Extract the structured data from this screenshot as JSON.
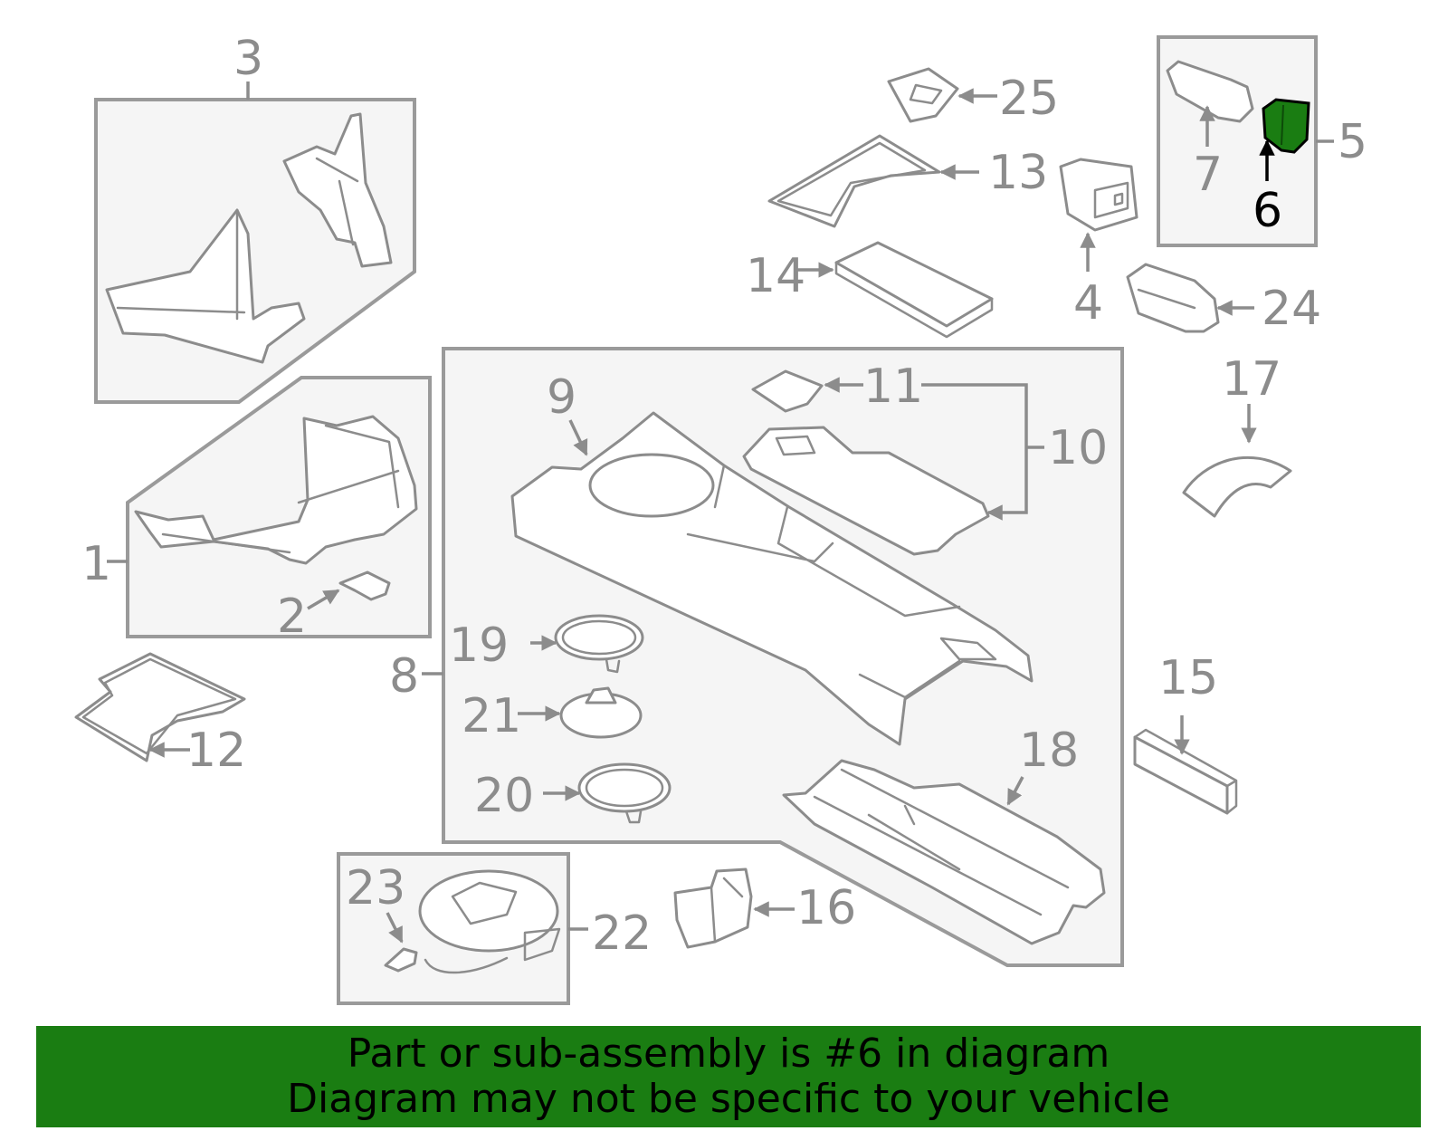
{
  "diagram": {
    "highlight_color": "#1a7d12",
    "callouts": {
      "c1": "1",
      "c2": "2",
      "c3": "3",
      "c4": "4",
      "c5": "5",
      "c6": "6",
      "c7": "7",
      "c8": "8",
      "c9": "9",
      "c10": "10",
      "c11": "11",
      "c12": "12",
      "c13": "13",
      "c14": "14",
      "c15": "15",
      "c16": "16",
      "c17": "17",
      "c18": "18",
      "c19": "19",
      "c20": "20",
      "c21": "21",
      "c22": "22",
      "c23": "23",
      "c24": "24",
      "c25": "25"
    },
    "highlighted_part": "6"
  },
  "banner": {
    "line1": "Part or sub-assembly is #6 in diagram",
    "line2": "Diagram may not be specific to your vehicle"
  }
}
